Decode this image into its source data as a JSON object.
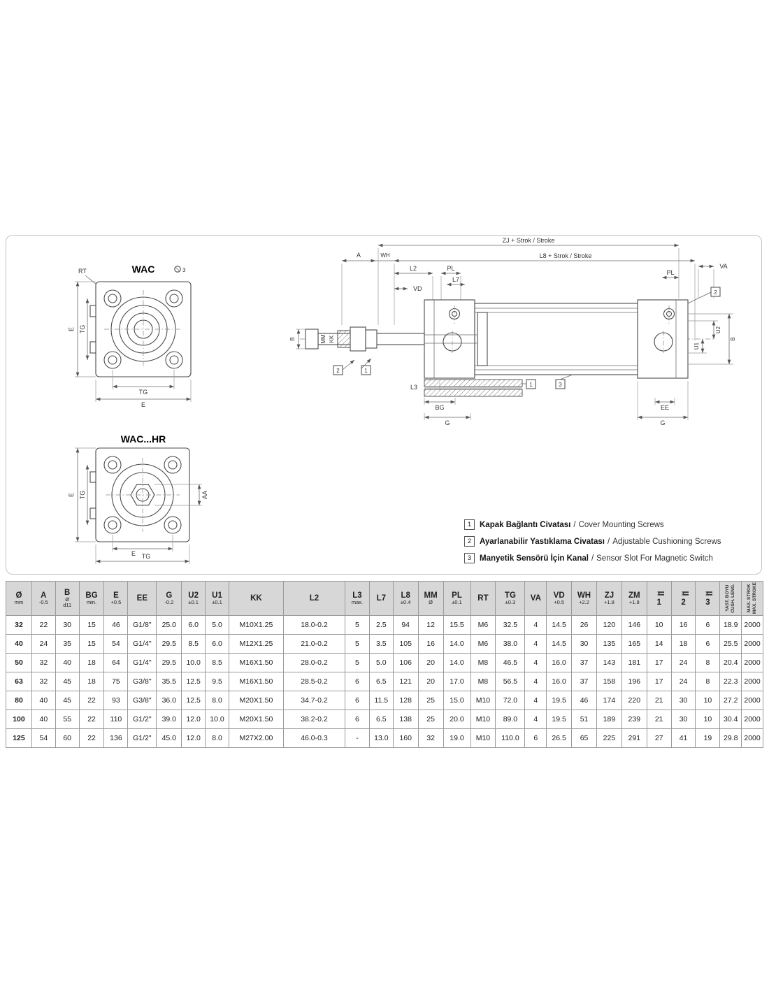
{
  "drawing": {
    "labels": {
      "wac_title": "WAC",
      "wac_hr_title": "WAC...HR",
      "rt": "RT",
      "tg": "TG",
      "e": "E",
      "aa": "AA",
      "zj_stroke": "ZJ + Strok / Stroke",
      "l8_stroke": "L8 + Strok / Stroke",
      "a": "A",
      "wh": "WH",
      "l2": "L2",
      "pl": "PL",
      "l7": "L7",
      "va": "VA",
      "vd": "VD",
      "b": "B",
      "mm": "MM",
      "kk": "KK",
      "l3": "L3",
      "bg": "BG",
      "g": "G",
      "ee": "EE",
      "u1": "U1",
      "u2": "U2",
      "callout_1": "1",
      "callout_2": "2",
      "callout_3": "3"
    }
  },
  "legend": {
    "items": [
      {
        "num": "1",
        "tr": "Kapak Bağlantı Civatası",
        "sep": "/",
        "en": "Cover Mounting Screws"
      },
      {
        "num": "2",
        "tr": "Ayarlanabilir Yastıklama Civatası",
        "sep": "/",
        "en": "Adjustable Cushioning Screws"
      },
      {
        "num": "3",
        "tr": "Manyetik Sensörü İçin Kanal",
        "sep": "/",
        "en": "Sensor Slot For Magnetic Switch"
      }
    ]
  },
  "table": {
    "columns": [
      {
        "label": "Ø",
        "sub": "mm"
      },
      {
        "label": "A",
        "sub": "-0.5"
      },
      {
        "label": "B",
        "sub": "Ø\nd11"
      },
      {
        "label": "BG",
        "sub": "min."
      },
      {
        "label": "E",
        "sub": "+0.5"
      },
      {
        "label": "EE",
        "sub": ""
      },
      {
        "label": "G",
        "sub": "-0.2"
      },
      {
        "label": "U2",
        "sub": "±0.1"
      },
      {
        "label": "U1",
        "sub": "±0.1"
      },
      {
        "label": "KK",
        "sub": ""
      },
      {
        "label": "L2",
        "sub": ""
      },
      {
        "label": "L3",
        "sub": "max."
      },
      {
        "label": "L7",
        "sub": ""
      },
      {
        "label": "L8",
        "sub": "±0.4"
      },
      {
        "label": "MM",
        "sub": "Ø"
      },
      {
        "label": "PL",
        "sub": "±0.1"
      },
      {
        "label": "RT",
        "sub": ""
      },
      {
        "label": "TG",
        "sub": "±0.3"
      },
      {
        "label": "VA",
        "sub": ""
      },
      {
        "label": "VD",
        "sub": "+0.5"
      },
      {
        "label": "WH",
        "sub": "+2.2"
      },
      {
        "label": "ZJ",
        "sub": "+1.8"
      },
      {
        "label": "ZM",
        "sub": "+1.8"
      },
      {
        "label": "1",
        "icon": "wrench"
      },
      {
        "label": "2",
        "icon": "wrench"
      },
      {
        "label": "3",
        "icon": "wrench"
      },
      {
        "label": "YAST. BOYU\nCUSH. LENG.",
        "vertical": true
      },
      {
        "label": "MAX. STROK\nMAX. STROKE",
        "vertical": true
      }
    ],
    "rows": [
      [
        "32",
        "22",
        "30",
        "15",
        "46",
        "G1/8\"",
        "25.0",
        "6.0",
        "5.0",
        "M10X1.25",
        "18.0-0.2",
        "5",
        "2.5",
        "94",
        "12",
        "15.5",
        "M6",
        "32.5",
        "4",
        "14.5",
        "26",
        "120",
        "146",
        "10",
        "16",
        "6",
        "18.9",
        "2000"
      ],
      [
        "40",
        "24",
        "35",
        "15",
        "54",
        "G1/4\"",
        "29.5",
        "8.5",
        "6.0",
        "M12X1.25",
        "21.0-0.2",
        "5",
        "3.5",
        "105",
        "16",
        "14.0",
        "M6",
        "38.0",
        "4",
        "14.5",
        "30",
        "135",
        "165",
        "14",
        "18",
        "6",
        "25.5",
        "2000"
      ],
      [
        "50",
        "32",
        "40",
        "18",
        "64",
        "G1/4\"",
        "29.5",
        "10.0",
        "8.5",
        "M16X1.50",
        "28.0-0.2",
        "5",
        "5.0",
        "106",
        "20",
        "14.0",
        "M8",
        "46.5",
        "4",
        "16.0",
        "37",
        "143",
        "181",
        "17",
        "24",
        "8",
        "20.4",
        "2000"
      ],
      [
        "63",
        "32",
        "45",
        "18",
        "75",
        "G3/8\"",
        "35.5",
        "12.5",
        "9.5",
        "M16X1.50",
        "28.5-0.2",
        "6",
        "6.5",
        "121",
        "20",
        "17.0",
        "M8",
        "56.5",
        "4",
        "16.0",
        "37",
        "158",
        "196",
        "17",
        "24",
        "8",
        "22.3",
        "2000"
      ],
      [
        "80",
        "40",
        "45",
        "22",
        "93",
        "G3/8\"",
        "36.0",
        "12.5",
        "8.0",
        "M20X1.50",
        "34.7-0.2",
        "6",
        "11.5",
        "128",
        "25",
        "15.0",
        "M10",
        "72.0",
        "4",
        "19.5",
        "46",
        "174",
        "220",
        "21",
        "30",
        "10",
        "27.2",
        "2000"
      ],
      [
        "100",
        "40",
        "55",
        "22",
        "110",
        "G1/2\"",
        "39.0",
        "12.0",
        "10.0",
        "M20X1.50",
        "38.2-0.2",
        "6",
        "6.5",
        "138",
        "25",
        "20.0",
        "M10",
        "89.0",
        "4",
        "19.5",
        "51",
        "189",
        "239",
        "21",
        "30",
        "10",
        "30.4",
        "2000"
      ],
      [
        "125",
        "54",
        "60",
        "22",
        "136",
        "G1/2\"",
        "45.0",
        "12.0",
        "8.0",
        "M27X2.00",
        "46.0-0.3",
        "-",
        "13.0",
        "160",
        "32",
        "19.0",
        "M10",
        "110.0",
        "6",
        "26.5",
        "65",
        "225",
        "291",
        "27",
        "41",
        "19",
        "29.8",
        "2000"
      ]
    ]
  }
}
